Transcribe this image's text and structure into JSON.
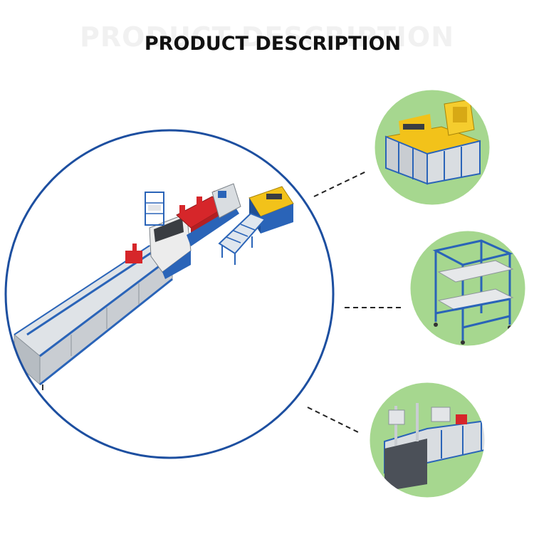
{
  "title": {
    "ghost_text": "PRODUCT DESCRIPTION",
    "text": "PRODUCT DESCRIPTION"
  },
  "colors": {
    "ring_blue": "#1d4fa0",
    "callout_green": "#a6d78f",
    "machine_blue": "#2a64b8",
    "machine_yellow": "#f2c21a",
    "machine_red": "#d6262a",
    "panel_silver": "#c9cdd2"
  },
  "main_view": {
    "subject": "pultrusion-production-line"
  },
  "callouts": [
    {
      "subject": "resin-impregnation-unit"
    },
    {
      "subject": "creel-rack"
    },
    {
      "subject": "forming-puller-unit"
    }
  ]
}
